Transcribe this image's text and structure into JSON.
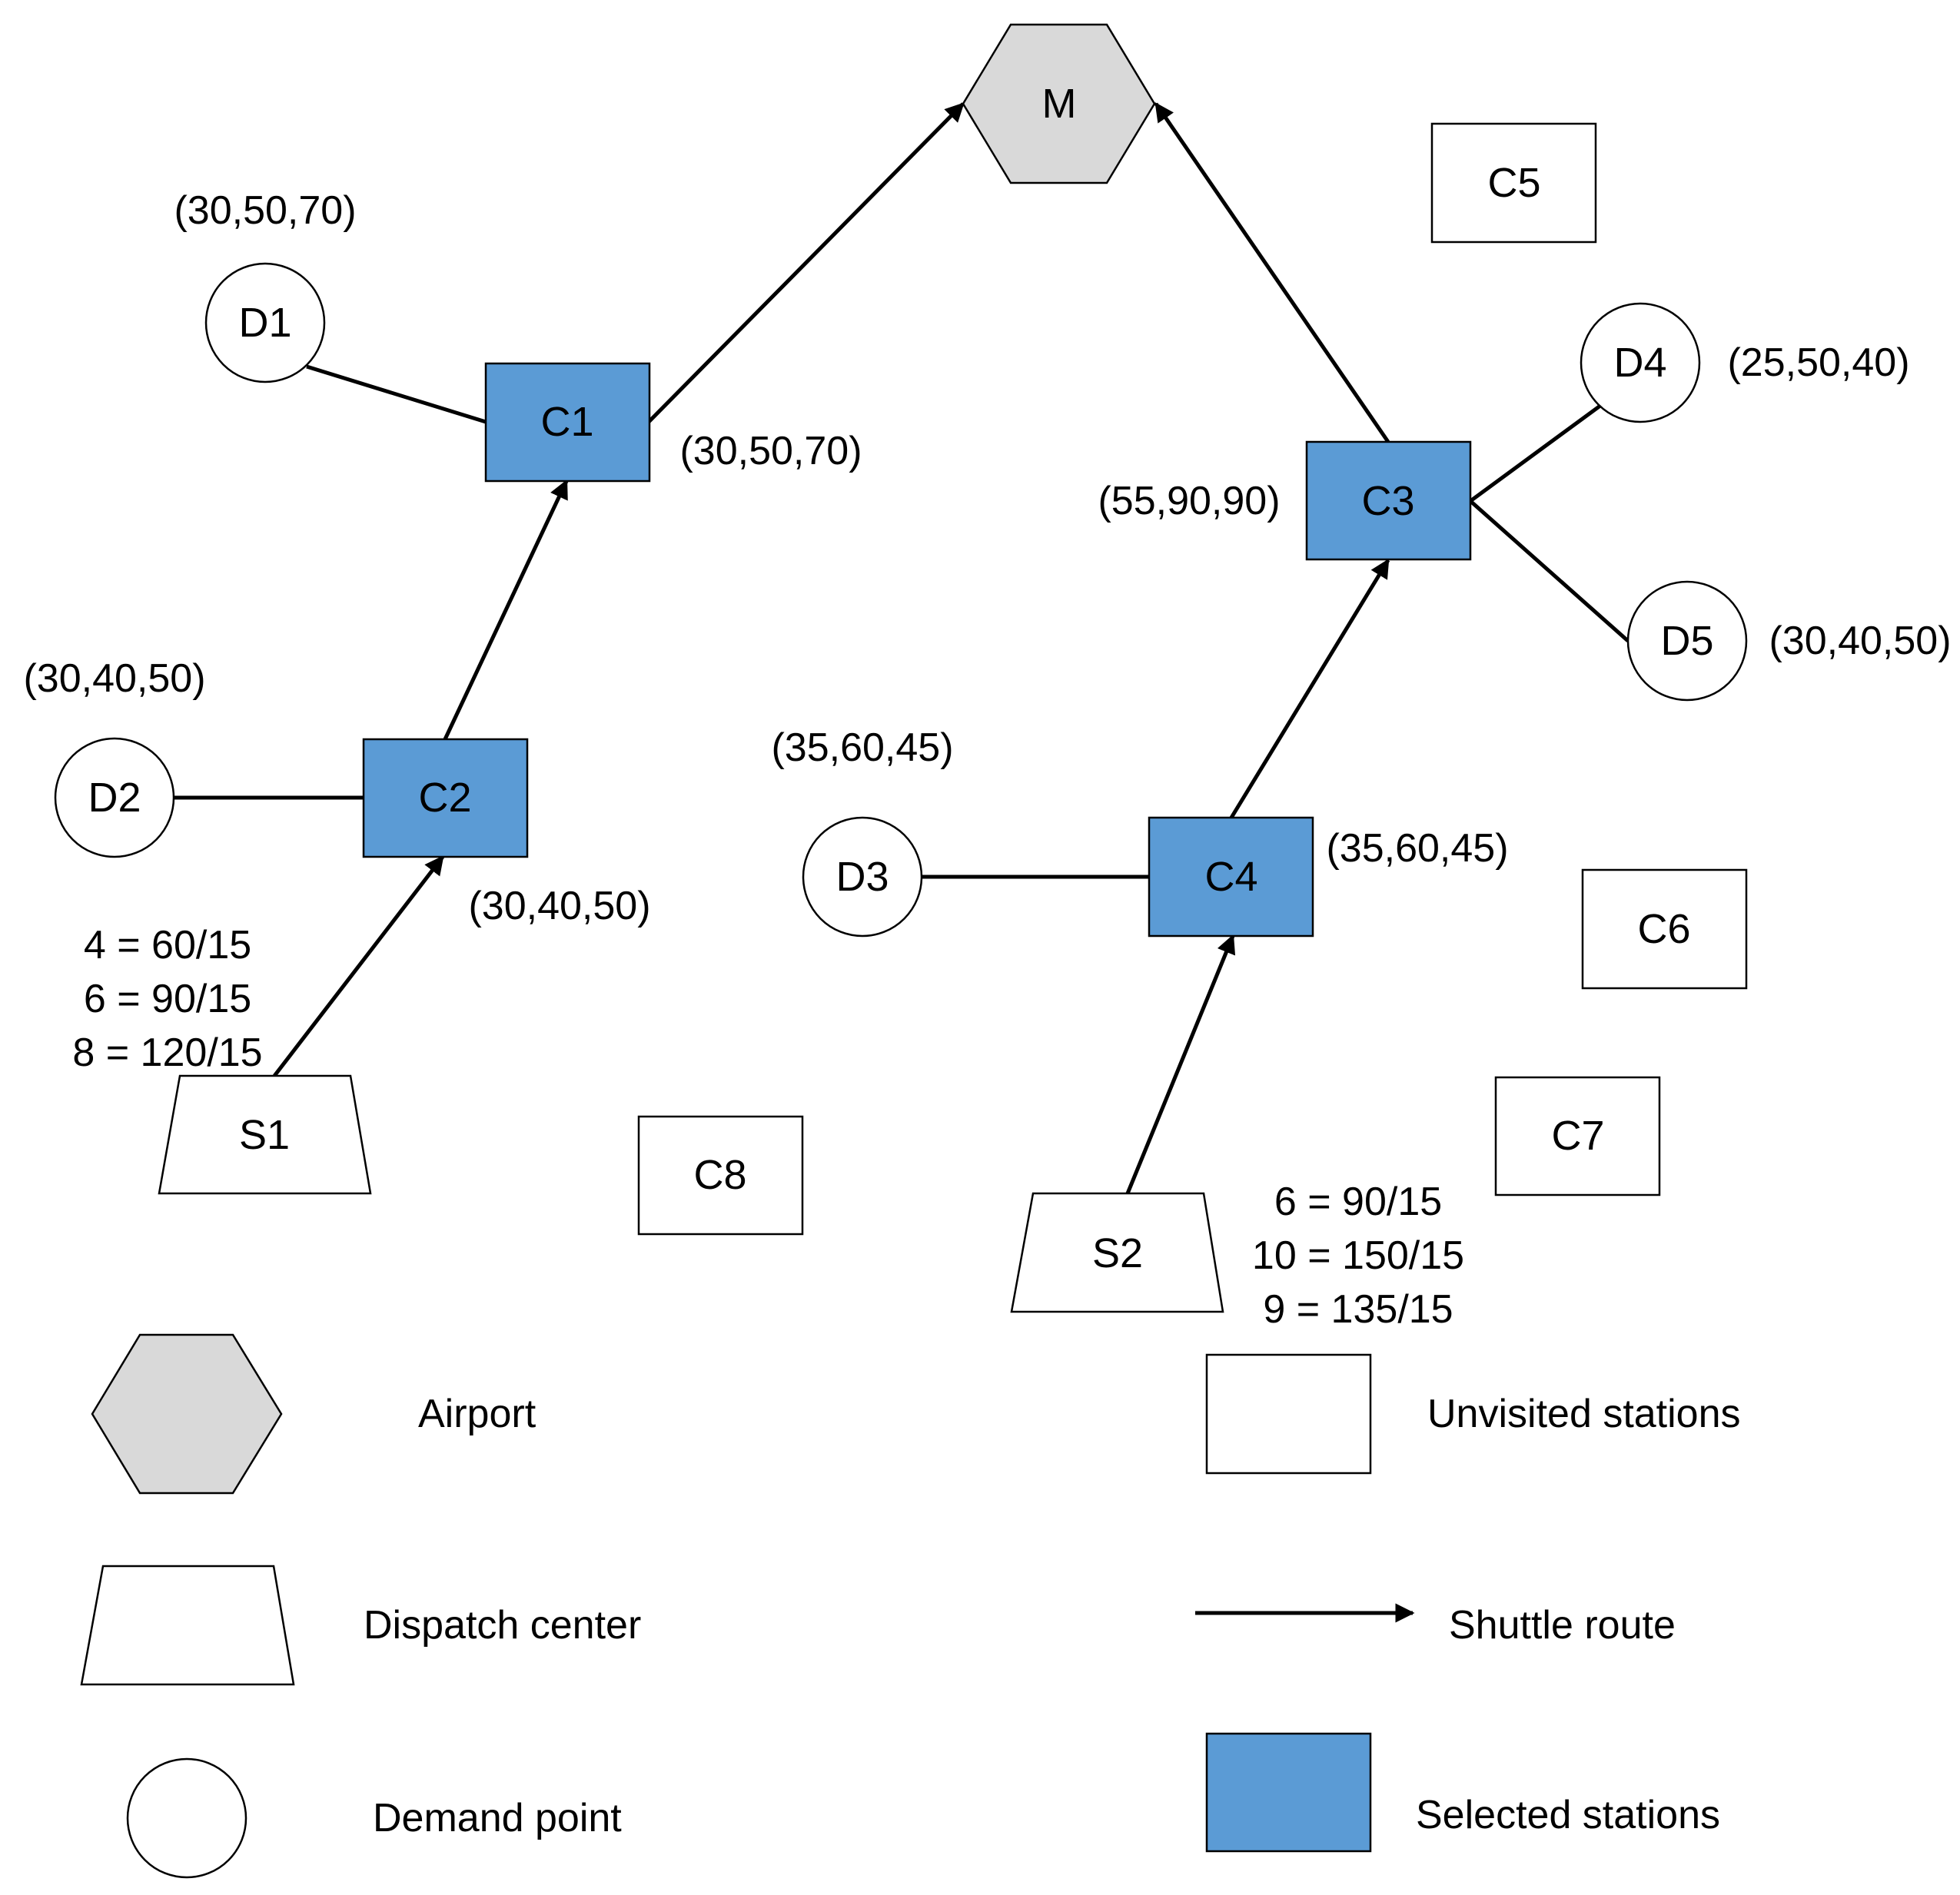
{
  "colors": {
    "selected_station": "#5b9bd5",
    "airport": "#d9d9d9",
    "outline": "#000000",
    "background": "#ffffff"
  },
  "nodes": {
    "M": {
      "label": "M",
      "kind": "airport"
    },
    "C1": {
      "label": "C1",
      "kind": "selected"
    },
    "C2": {
      "label": "C2",
      "kind": "selected"
    },
    "C3": {
      "label": "C3",
      "kind": "selected"
    },
    "C4": {
      "label": "C4",
      "kind": "selected"
    },
    "C5": {
      "label": "C5",
      "kind": "unvisited"
    },
    "C6": {
      "label": "C6",
      "kind": "unvisited"
    },
    "C7": {
      "label": "C7",
      "kind": "unvisited"
    },
    "C8": {
      "label": "C8",
      "kind": "unvisited"
    },
    "D1": {
      "label": "D1",
      "kind": "demand"
    },
    "D2": {
      "label": "D2",
      "kind": "demand"
    },
    "D3": {
      "label": "D3",
      "kind": "demand"
    },
    "D4": {
      "label": "D4",
      "kind": "demand"
    },
    "D5": {
      "label": "D5",
      "kind": "demand"
    },
    "S1": {
      "label": "S1",
      "kind": "dispatch"
    },
    "S2": {
      "label": "S2",
      "kind": "dispatch"
    }
  },
  "edges": [
    {
      "from": "S1",
      "to": "C2",
      "type": "shuttle-route"
    },
    {
      "from": "C2",
      "to": "C1",
      "type": "shuttle-route"
    },
    {
      "from": "C1",
      "to": "M",
      "type": "shuttle-route"
    },
    {
      "from": "S2",
      "to": "C4",
      "type": "shuttle-route"
    },
    {
      "from": "C4",
      "to": "C3",
      "type": "shuttle-route"
    },
    {
      "from": "C3",
      "to": "M",
      "type": "shuttle-route"
    },
    {
      "from": "D1",
      "to": "C1",
      "type": "assignment"
    },
    {
      "from": "D2",
      "to": "C2",
      "type": "assignment"
    },
    {
      "from": "D3",
      "to": "C4",
      "type": "assignment"
    },
    {
      "from": "D4",
      "to": "C3",
      "type": "assignment"
    },
    {
      "from": "D5",
      "to": "C3",
      "type": "assignment"
    }
  ],
  "annotations": {
    "d1": "(30,50,70)",
    "c1": "(30,50,70)",
    "d2": "(30,40,50)",
    "c2": "(30,40,50)",
    "d3": "(35,60,45)",
    "c4": "(35,60,45)",
    "c3": "(55,90,90)",
    "d4": "(25,50,40)",
    "d5": "(30,40,50)"
  },
  "fleet": {
    "s1": [
      "4 = 60/15",
      "6 = 90/15",
      "8 = 120/15"
    ],
    "s2": [
      "6 = 90/15",
      "10 = 150/15",
      "9 = 135/15"
    ]
  },
  "legend": {
    "airport": "Airport",
    "dispatch": "Dispatch center",
    "demand": "Demand point",
    "unvisited": "Unvisited stations",
    "route": "Shuttle route",
    "selected": "Selected stations"
  }
}
